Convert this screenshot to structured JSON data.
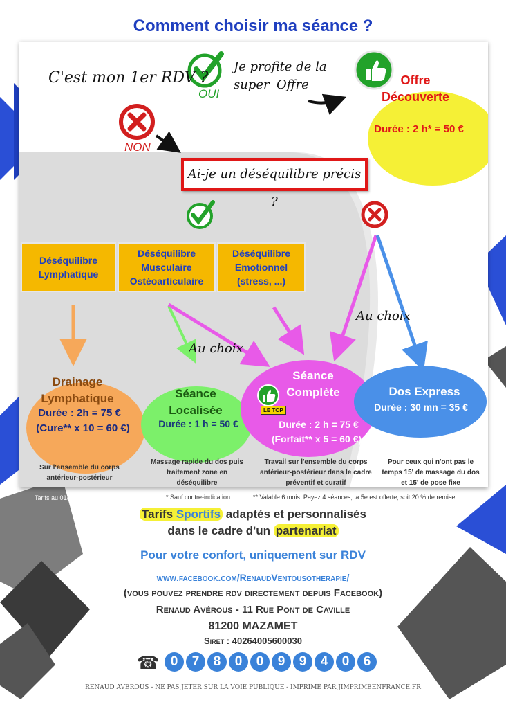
{
  "title": "Comment choisir ma séance ?",
  "flow": {
    "first_rdv_question": "C'est mon 1er RDV ?",
    "yes_label": "OUI",
    "no_label": "NON",
    "super_offer_line1": "Je profite de la super",
    "super_offer_line2": "Offre",
    "imbalance_question": "Ai-je un déséquilibre précis ?",
    "choice_label_1": "Au choix",
    "choice_label_2": "Au choix"
  },
  "offer": {
    "title_line1": "Offre",
    "title_line2": "Découverte",
    "price": "Durée : 2 h* = 50 €"
  },
  "categories": [
    {
      "line1": "Déséquilibre",
      "line2": "Lymphatique",
      "line3": ""
    },
    {
      "line1": "Déséquilibre",
      "line2": "Musculaire",
      "line3": "Ostéoarticulaire"
    },
    {
      "line1": "Déséquilibre",
      "line2": "Emotionnel",
      "line3": "(stress, ...)"
    }
  ],
  "sessions": {
    "drainage": {
      "title1": "Drainage",
      "title2": "Lymphatique",
      "duration": "Durée : 2h = 75 €",
      "cure": "(Cure** x 10 = 60 €)",
      "description": "Sur l'ensemble du corps antérieur-postérieur"
    },
    "localisee": {
      "title1": "Séance",
      "title2": "Localisée",
      "duration": "Durée : 1 h = 50 €",
      "description": "Massage rapide du dos puis traitement zone en déséquilibre"
    },
    "complete": {
      "title1": "Séance",
      "title2": "Complète",
      "badge": "LE TOP",
      "duration": "Durée : 2 h = 75 €",
      "forfait": "(Forfait** x 5 = 60 €)",
      "description": "Travail sur l'ensemble du corps antérieur-postérieur dans le cadre préventif et curatif"
    },
    "express": {
      "title": "Dos Express",
      "duration": "Durée : 30 mn = 35 €",
      "description": "Pour ceux qui n'ont pas le temps 15' de massage du dos et 15' de pose fixe"
    }
  },
  "notes": {
    "tarifs_date": "Tarifs au 01/07/2025",
    "note1": "* Sauf contre-indication",
    "note2": "** Valable 6 mois. Payez 4 séances, la 5e est offerte, soit 20 % de remise"
  },
  "info": {
    "sport_tarifs": "Tarifs",
    "sport_word": "Sportifs",
    "sport_rest": "adaptés et personnalisés",
    "sport_line2_prefix": "dans le cadre d'un",
    "sport_partner": "partenariat",
    "confort": "Pour votre confort, uniquement sur RDV",
    "facebook": "www.facebook.com/RenaudVentousotherapie/",
    "facebook_note": "(vous pouvez prendre rdv directement depuis Facebook)",
    "address": "Renaud Avérous - 11 Rue Pont de Caville",
    "city": "81200 MAZAMET",
    "siret": "Siret : 40264005600030",
    "phone_digits": [
      "0",
      "7",
      "8",
      "0",
      "0",
      "9",
      "9",
      "4",
      "0",
      "6"
    ],
    "footer": "RENAUD AVEROUS - NE PAS JETER SUR LA VOIE PUBLIQUE - IMPRIMÉ PAR JIMPRIMEENFRANCE.FR"
  },
  "colors": {
    "title_blue": "#1f3fbf",
    "accent_blue": "#3a82d9",
    "category_yellow": "#f5b800",
    "offer_yellow": "#f5f036",
    "drainage_orange": "#f6a85a",
    "localisee_green": "#7cf06a",
    "complete_magenta": "#e85ae8",
    "express_blue": "#4a90e8",
    "red": "#e01818"
  },
  "icons": [
    "check-icon",
    "cross-icon",
    "thumbs-up-icon",
    "phone-icon"
  ]
}
